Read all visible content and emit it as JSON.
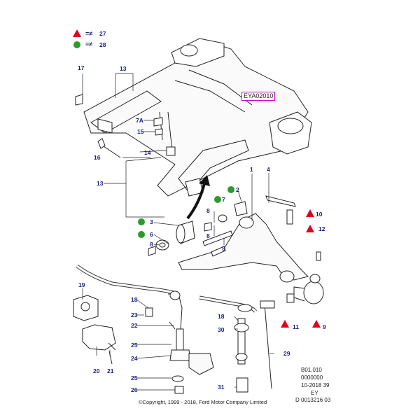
{
  "legend": {
    "torque_changes_symbol": "=≠",
    "torque_changes_ref": "27",
    "torque_same_symbol": "=≠",
    "torque_same_ref": "28"
  },
  "callouts": {
    "c1": "1",
    "c2": "2",
    "c3": "3",
    "c4": "4",
    "c5": "5",
    "c6": "6",
    "c7": "7",
    "c7A": "7A",
    "c8a": "8",
    "c8b": "8",
    "c8c": "8",
    "c9": "9",
    "c10": "10",
    "c11": "11",
    "c12": "12",
    "c13a": "13",
    "c13b": "13",
    "c14": "14",
    "c15": "15",
    "c16": "16",
    "c17": "17",
    "c18a": "18",
    "c18b": "18",
    "c19": "19",
    "c20": "20",
    "c21": "21",
    "c22": "22",
    "c23": "23",
    "c24": "24",
    "c25a": "25",
    "c25b": "25",
    "c26": "26",
    "c29": "29",
    "c30": "30",
    "c31": "31"
  },
  "part_tag": "EYA02010",
  "reference_block": {
    "line1": "B01.010",
    "line2": "0000000",
    "line3": "10-2018 39",
    "line4": "EY",
    "line5": "D 0013216 03"
  },
  "copyright": "©Copyright, 1999 - 2018, Ford Motor Company Limited",
  "colors": {
    "callout_text": "#1a237e",
    "red_marker": "#e0001b",
    "green_marker": "#2e9a2e",
    "tag_border": "#d000d0"
  }
}
